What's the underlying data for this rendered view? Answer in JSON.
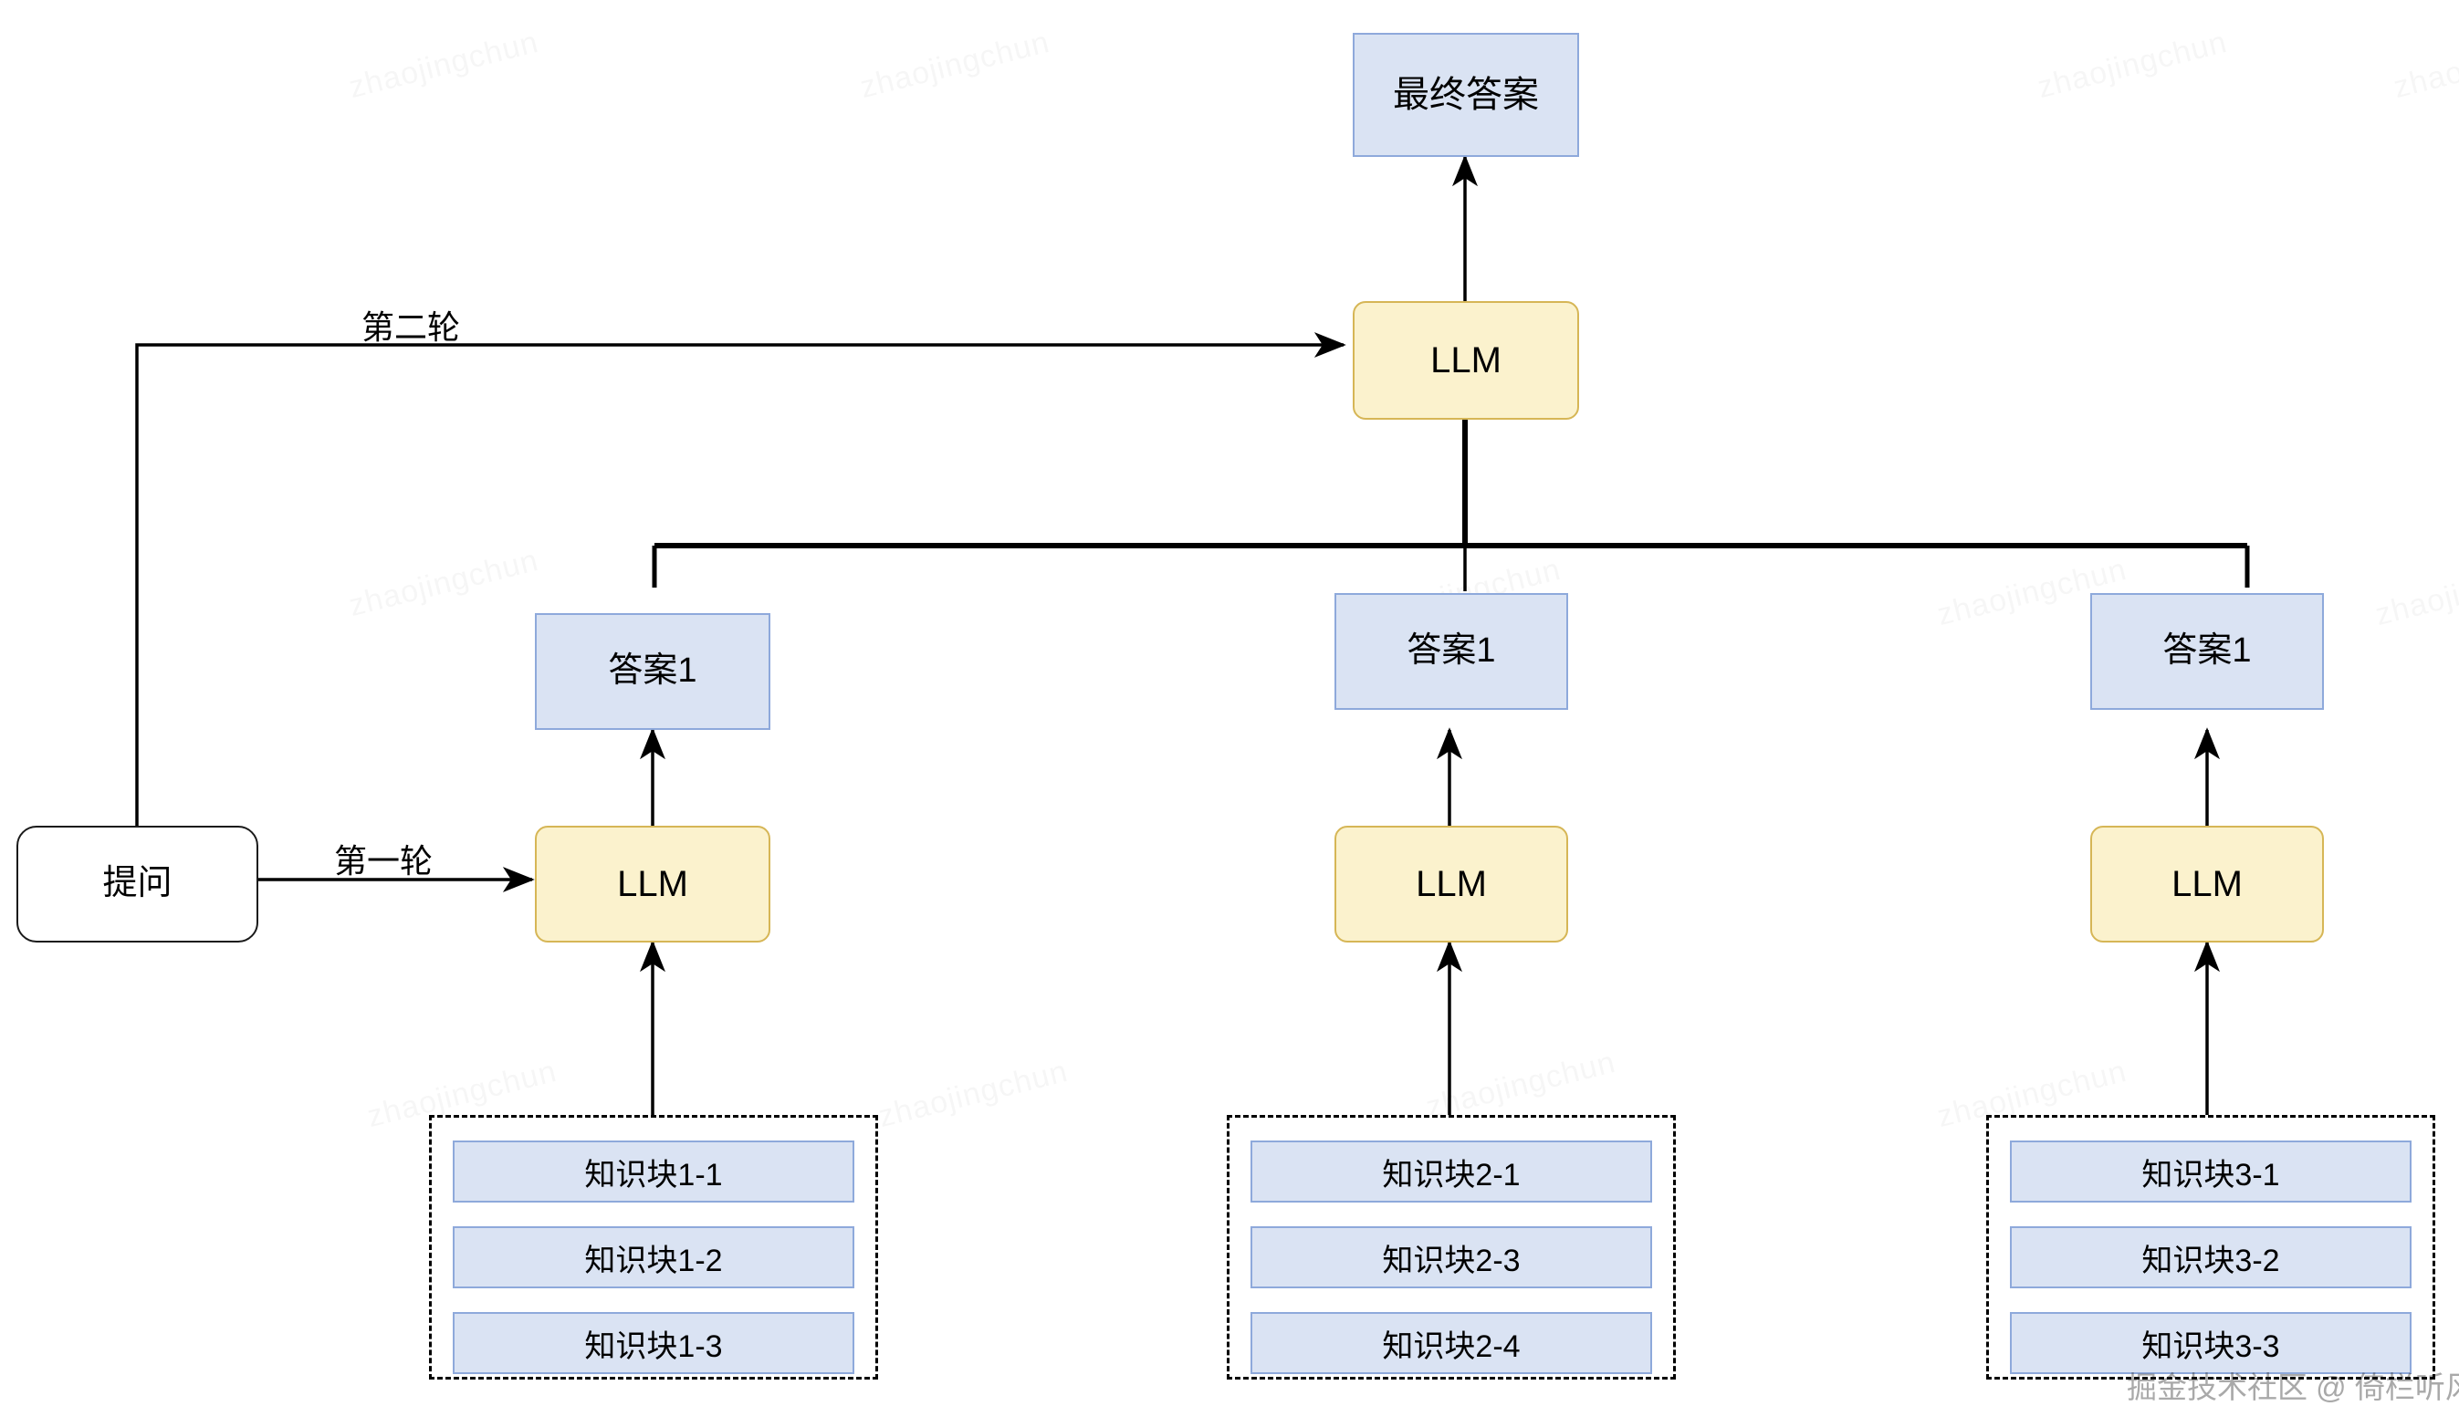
{
  "diagram": {
    "title_nodes": {
      "final_answer": "最终答案",
      "question": "提问"
    },
    "edge_labels": {
      "round_one": "第一轮",
      "round_two": "第二轮"
    },
    "llm_label": "LLM",
    "answer_label": "答案1",
    "branches": [
      {
        "id": "branch-1",
        "llm": "LLM",
        "answer": "答案1",
        "chunks": [
          "知识块1-1",
          "知识块1-2",
          "知识块1-3"
        ]
      },
      {
        "id": "branch-2",
        "llm": "LLM",
        "answer": "答案1",
        "chunks": [
          "知识块2-1",
          "知识块2-3",
          "知识块2-4"
        ]
      },
      {
        "id": "branch-3",
        "llm": "LLM",
        "answer": "答案1",
        "chunks": [
          "知识块3-1",
          "知识块3-2",
          "知识块3-3"
        ]
      }
    ],
    "aggregator_llm": "LLM",
    "colors": {
      "blue_fill": "#dae3f3",
      "blue_border": "#8ea9db",
      "llm_fill": "#fbf2cd",
      "llm_border": "#d6b656",
      "white_fill": "#ffffff",
      "line": "#000000"
    },
    "watermarks": {
      "tile_text": "zhaojingchun",
      "credit": "掘金技术社区 @ 倚栏听风雨"
    }
  }
}
